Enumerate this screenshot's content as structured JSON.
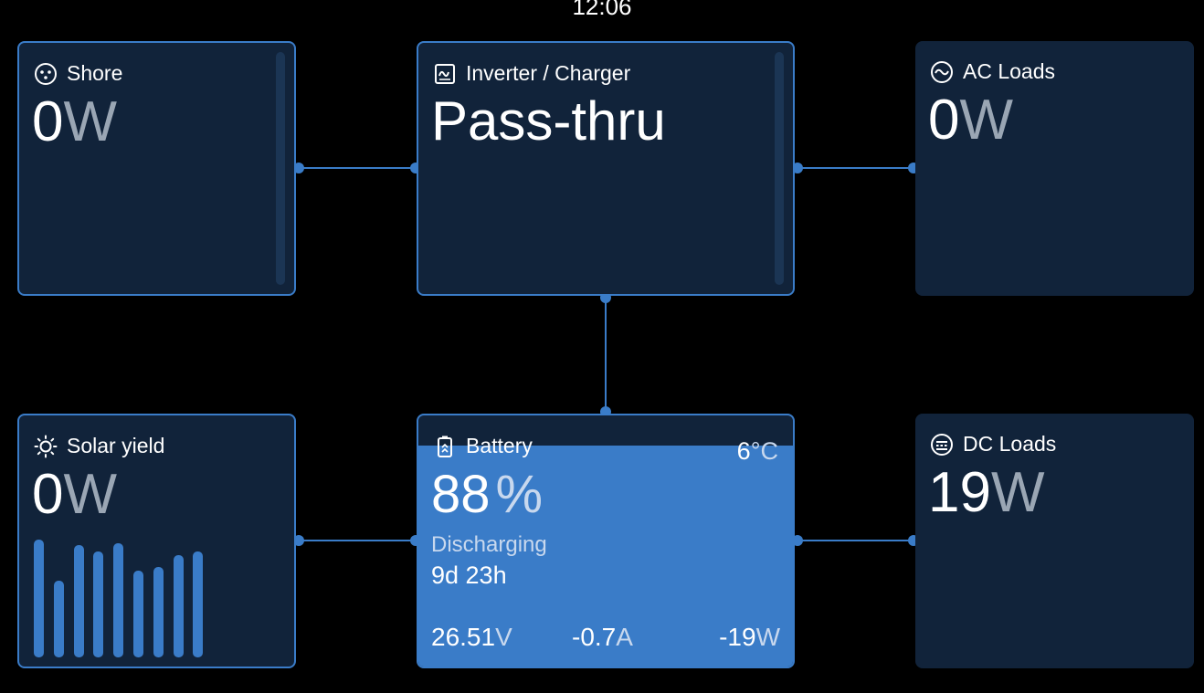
{
  "clock": "12:06",
  "colors": {
    "background": "#000000",
    "tile": "#11233a",
    "accent": "#3a7cc8",
    "unit_text": "#9aa6b4"
  },
  "shore": {
    "title": "Shore",
    "icon": "shore-socket-icon",
    "value": "0",
    "unit": "W"
  },
  "inverter": {
    "title": "Inverter / Charger",
    "icon": "inverter-icon",
    "state": "Pass-thru"
  },
  "ac_loads": {
    "title": "AC Loads",
    "icon": "ac-wave-icon",
    "value": "0",
    "unit": "W"
  },
  "solar": {
    "title": "Solar yield",
    "icon": "sun-icon",
    "value": "0",
    "unit": "W",
    "history_bars": [
      0.98,
      0.64,
      0.93,
      0.88,
      0.95,
      0.72,
      0.75,
      0.85,
      0.88
    ]
  },
  "battery": {
    "title": "Battery",
    "icon": "battery-icon",
    "soc_value": "88",
    "soc_unit": "%",
    "soc_fraction": 0.88,
    "temp_value": "6",
    "temp_unit": "°C",
    "status": "Discharging",
    "time_to_go": "9d 23h",
    "voltage": "26.51",
    "voltage_unit": "V",
    "current": "-0.7",
    "current_unit": "A",
    "power": "-19",
    "power_unit": "W"
  },
  "dc_loads": {
    "title": "DC Loads",
    "icon": "dc-loads-icon",
    "value": "19",
    "unit": "W"
  }
}
